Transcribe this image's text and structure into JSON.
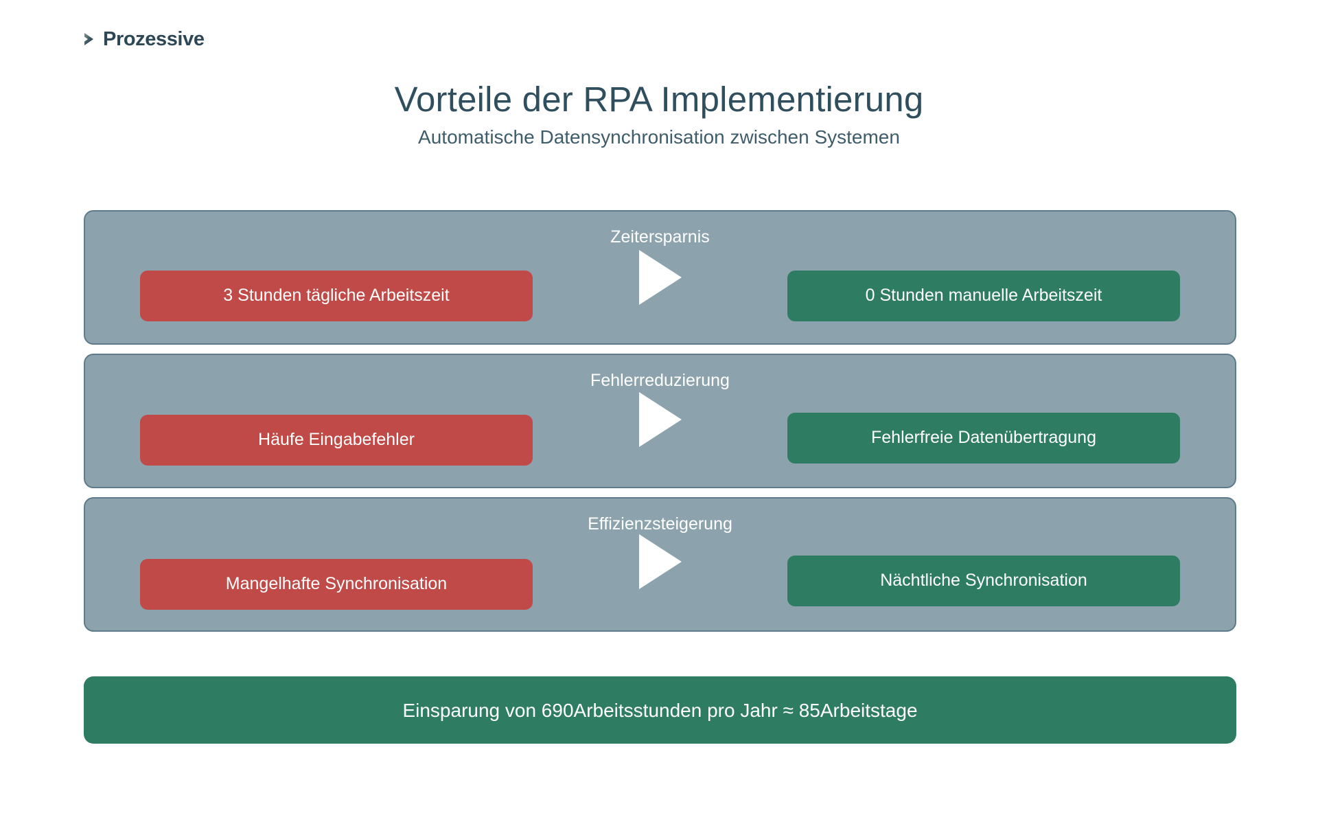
{
  "brand": {
    "name": "Prozessive",
    "mark_icon": "chevron-right-logo-icon",
    "mark_color": "#2e4756"
  },
  "header": {
    "title": "Vorteile der RPA Implementierung",
    "subtitle": "Automatische Datensynchronisation zwischen Systemen"
  },
  "colors": {
    "panel_bg": "#8ca3ad",
    "panel_border": "#5f7a8a",
    "before_chip": "#c04a47",
    "after_chip": "#2e7d63",
    "summary_bg": "#2e7d63",
    "title_text": "#2f4e5e",
    "chip_text": "#ffffff",
    "arrow": "#ffffff"
  },
  "rows": [
    {
      "label": "Zeitersparnis",
      "before": "3 Stunden tägliche Arbeitszeit",
      "after": "0 Stunden manuelle Arbeitszeit",
      "arrow_icon": "play-triangle-right-icon"
    },
    {
      "label": "Fehlerreduzierung",
      "before": "Häufe Eingabefehler",
      "after": "Fehlerfreie Datenübertragung",
      "arrow_icon": "play-triangle-right-icon"
    },
    {
      "label": "Effizienzsteigerung",
      "before": "Mangelhafte Synchronisation",
      "after": "Nächtliche Synchronisation",
      "arrow_icon": "play-triangle-right-icon"
    }
  ],
  "summary": {
    "text": "Einsparung von 690Arbeitsstunden pro Jahr  ≈ 85Arbeitstage"
  }
}
